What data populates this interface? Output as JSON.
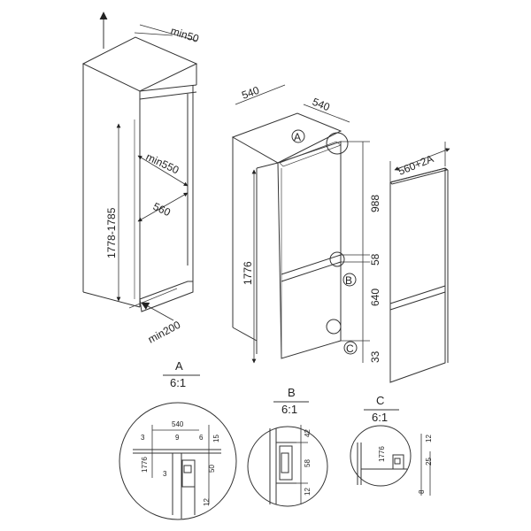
{
  "cabinet": {
    "min_top": "min50",
    "min_depth": "min550",
    "width": "560",
    "height_range": "1778-1785",
    "min_vent": "min200"
  },
  "fridge": {
    "depth": "540",
    "width": "540",
    "height": "1776",
    "upper": "988",
    "gap": "58",
    "lower": "640",
    "bottom": "33",
    "markers": [
      "A",
      "B",
      "C"
    ]
  },
  "door_panel": {
    "width": "560+2A"
  },
  "details": [
    {
      "title": "A",
      "scale": "6:1",
      "labels": [
        "540",
        "3",
        "9",
        "6",
        "15",
        "1776",
        "3",
        "50",
        "12"
      ]
    },
    {
      "title": "B",
      "scale": "6:1",
      "labels": [
        "42",
        "58",
        "12"
      ]
    },
    {
      "title": "C",
      "scale": "6:1",
      "labels": [
        "1776",
        "12",
        "25",
        "8"
      ]
    }
  ]
}
